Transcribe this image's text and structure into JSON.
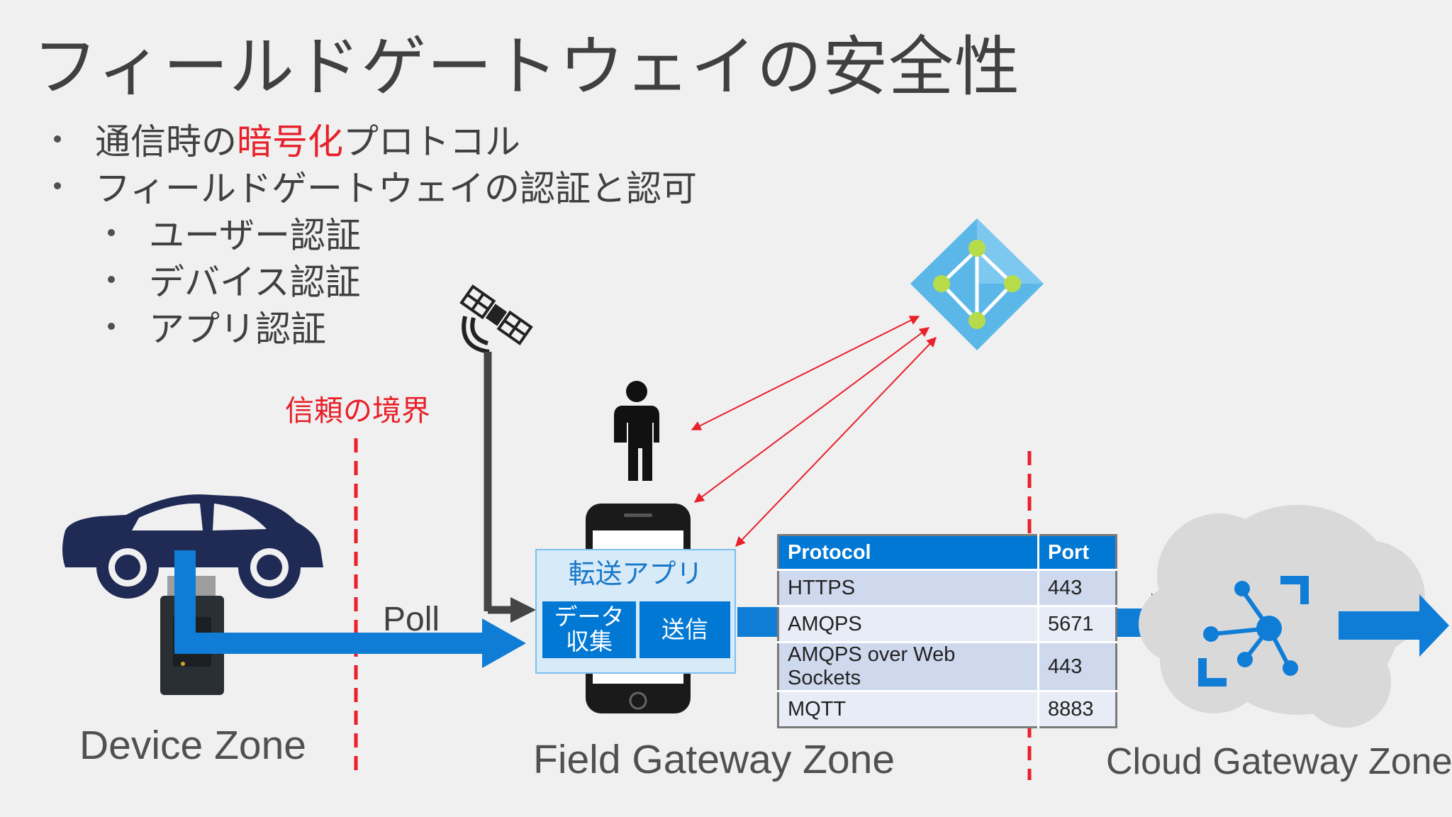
{
  "slide": {
    "title": "フィールドゲートウェイの安全性",
    "bullets": [
      {
        "before": "通信時の",
        "highlight": "暗号化",
        "after": "プロトコル"
      },
      {
        "text": "フィールドゲートウェイの認証と認可"
      }
    ],
    "sub_bullets": [
      "ユーザー認証",
      "デバイス認証",
      "アプリ認証"
    ]
  },
  "diagram": {
    "trust_boundary_label": "信頼の境界",
    "poll_label": "Poll",
    "zones": {
      "device": "Device Zone",
      "field_gateway": "Field Gateway Zone",
      "cloud_gateway": "Cloud Gateway Zone"
    },
    "app": {
      "title": "転送アプリ",
      "collect_label": "データ\n収集",
      "send_label": "送信"
    },
    "protocol_table": {
      "headers": [
        "Protocol",
        "Port"
      ],
      "rows": [
        [
          "HTTPS",
          "443"
        ],
        [
          "AMQPS",
          "5671"
        ],
        [
          "AMQPS over Web Sockets",
          "443"
        ],
        [
          "MQTT",
          "8883"
        ]
      ]
    },
    "icons": [
      "car-icon",
      "device-icon",
      "satellite-icon",
      "person-icon",
      "smartphone-icon",
      "identity-icon",
      "cloud-icon",
      "iot-hub-icon"
    ],
    "colors": {
      "accent": "#0078d4",
      "boundary": "#e8202a",
      "car": "#1f2a55",
      "identity": "#5bb7e8",
      "cloud": "#d9d9d9"
    }
  }
}
